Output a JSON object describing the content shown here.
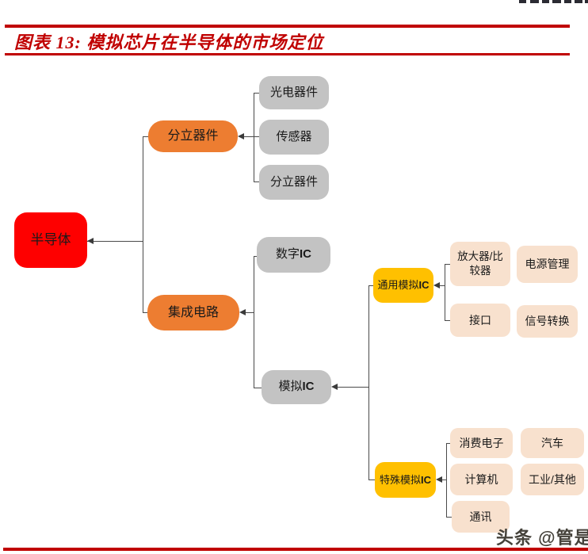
{
  "figure": {
    "title": "图表 13: 模拟芯片在半导体的市场定位"
  },
  "nodes": {
    "semiconductor": "半导体",
    "discrete_parent": "分立器件",
    "optoelectronics": "光电器件",
    "sensor": "传感器",
    "discrete_leaf": "分立器件",
    "ic_parent": "集成电路",
    "digital_ic_cn": "数字",
    "digital_ic_en": "IC",
    "analog_ic_cn": "模拟",
    "analog_ic_en": "IC",
    "general_analog_cn": "通用模拟",
    "general_analog_en": "IC",
    "special_analog_cn": "特殊模拟",
    "special_analog_en": "IC",
    "amplifier": "放大器/比较器",
    "power_mgmt": "电源管理",
    "interface": "接口",
    "signal_conversion": "信号转换",
    "consumer_electronics": "消费电子",
    "automotive": "汽车",
    "computer": "计算机",
    "industrial_other": "工业/其他",
    "communication": "通讯"
  },
  "structure": {
    "半导体": {
      "分立器件": [
        "光电器件",
        "传感器",
        "分立器件"
      ],
      "集成电路": {
        "数字IC": [],
        "模拟IC": {
          "通用模拟IC": [
            "放大器/比较器",
            "电源管理",
            "接口",
            "信号转换"
          ],
          "特殊模拟IC": [
            "消费电子",
            "汽车",
            "计算机",
            "工业/其他",
            "通讯"
          ]
        }
      }
    }
  },
  "colors": {
    "accent": "#C00000",
    "root_red": "#FE0000",
    "level1_orange": "#ED7D31",
    "level2_gray": "#C3C3C3",
    "analog_yellow": "#FFC000",
    "leaf_peach": "#F8E1CE",
    "line": "#4a4a4a"
  },
  "footer": {
    "watermark": "头条 @管是"
  }
}
